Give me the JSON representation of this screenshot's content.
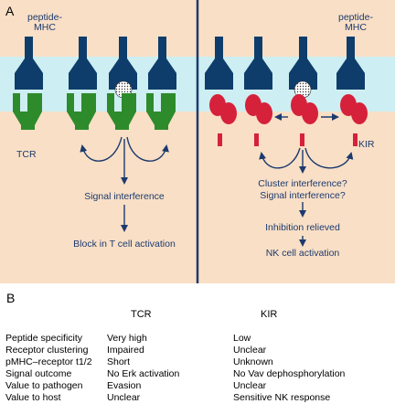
{
  "panel_a": {
    "letter": "A",
    "left": {
      "label_top": "peptide-",
      "label_top2": "MHC",
      "receptor_label": "TCR",
      "step1": "Signal interference",
      "step2": "Block in T cell activation"
    },
    "right": {
      "label_top": "peptide-",
      "label_top2": "MHC",
      "receptor_label": "KIR",
      "step1": "Cluster interference?",
      "step2": "Signal interference?",
      "step3": "Inhibition relieved",
      "step4": "NK cell activation"
    }
  },
  "panel_b": {
    "letter": "B",
    "col_tcr": "TCR",
    "col_kir": "KIR",
    "rows": [
      {
        "property": "Peptide specificity",
        "tcr": "Very high",
        "kir": "Low"
      },
      {
        "property": "Receptor clustering",
        "tcr": "Impaired",
        "kir": "Unclear"
      },
      {
        "property": "pMHC–receptor t1/2",
        "tcr": "Short",
        "kir": "Unknown"
      },
      {
        "property": "Signal outcome",
        "tcr": "No Erk activation",
        "kir": "No Vav dephosphorylation"
      },
      {
        "property": "Value to pathogen",
        "tcr": "Evasion",
        "kir": "Unclear"
      },
      {
        "property": "Value to host",
        "tcr": "Unclear",
        "kir": "Sensitive NK response"
      }
    ]
  },
  "colors": {
    "background": "#f9dfc6",
    "membrane": "#cdeef2",
    "mhc": "#0e3d6b",
    "tcr": "#2e8b2b",
    "kir": "#d6213a",
    "arrow": "#1c3a6e"
  }
}
